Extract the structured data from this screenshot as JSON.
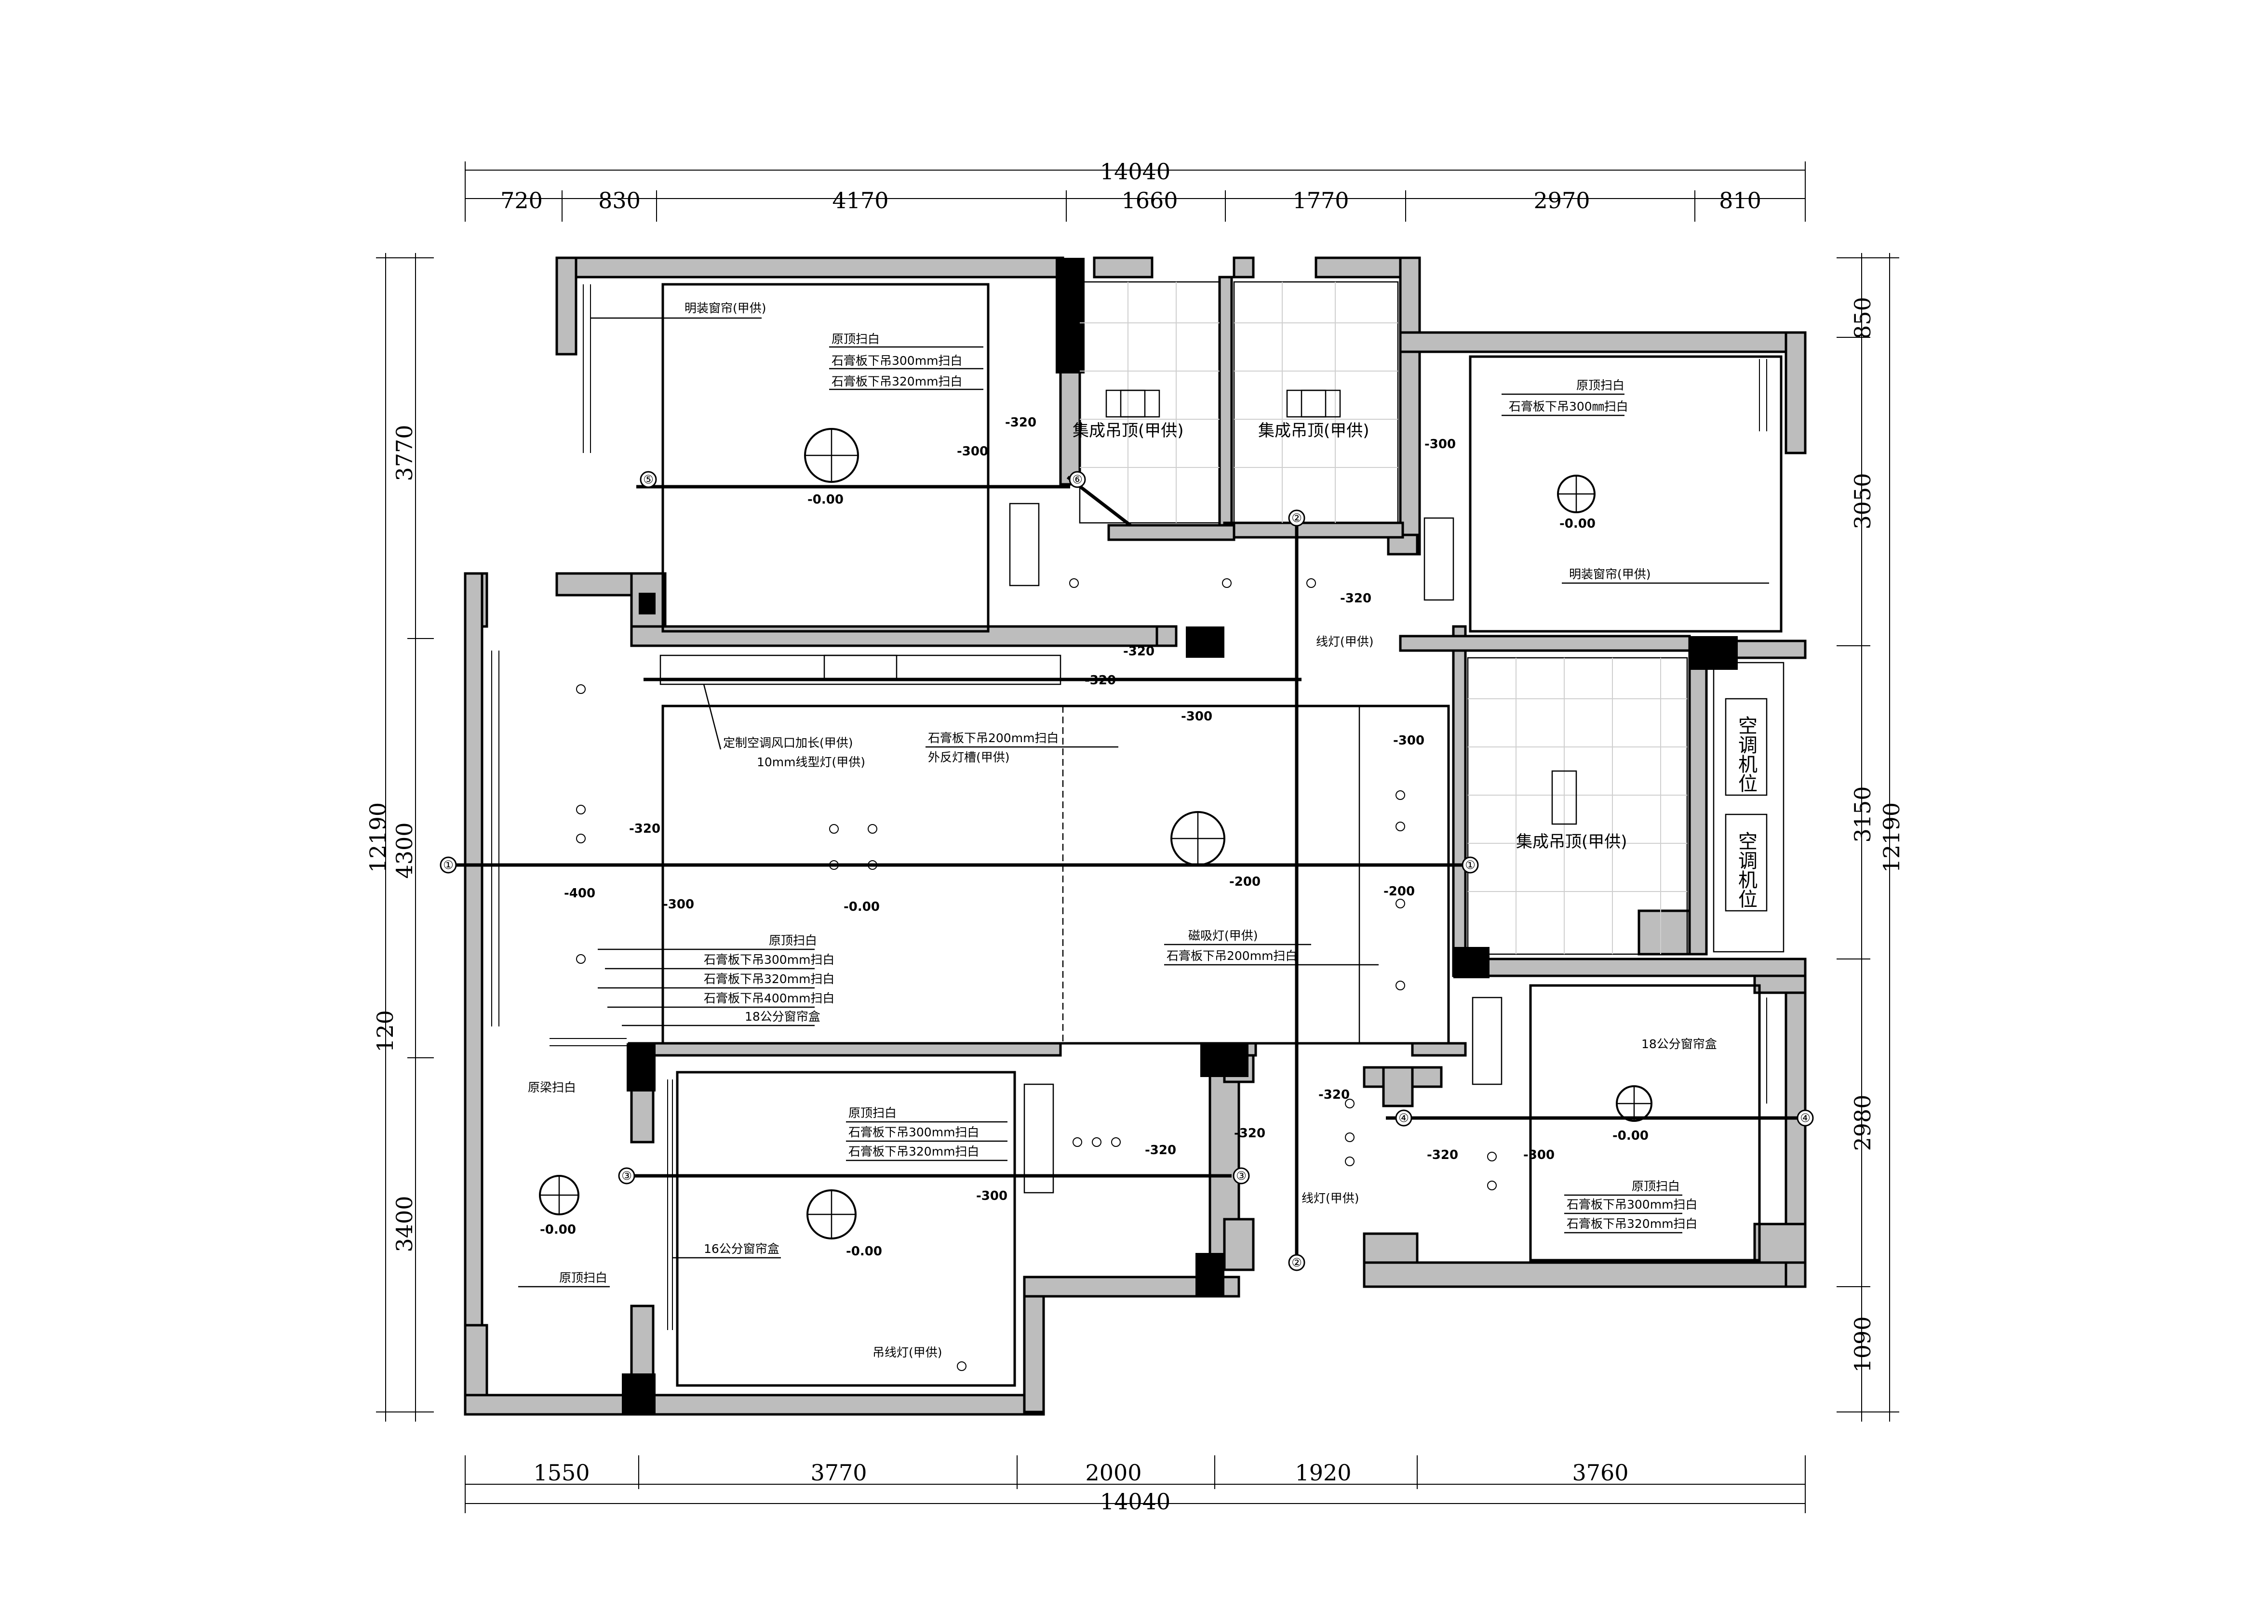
{
  "dimensions": {
    "top_total": "14040",
    "top": [
      "720",
      "830",
      "4170",
      "1660",
      "1770",
      "2970",
      "810"
    ],
    "bottom": [
      "1550",
      "3770",
      "2000",
      "1920",
      "3760"
    ],
    "bottom_total": "14040",
    "left_total": "12190",
    "left": [
      "3770",
      "4300",
      "120",
      "3400"
    ],
    "right_total": "12190",
    "right": [
      "850",
      "3050",
      "3150",
      "2980",
      "1090"
    ]
  },
  "axes": [
    "①",
    "②",
    "③",
    "④",
    "⑤",
    "⑥"
  ],
  "notes": {
    "curtain_visible": "明装窗帘(甲供)",
    "original_top": "原顶扫白",
    "gypsum_300": "石膏板下吊300mm扫白",
    "gypsum_320": "石膏板下吊320mm扫白",
    "gypsum_300_short": "石膏板下吊300㎜扫白",
    "integrated_ceiling": "集成吊顶(甲供)",
    "strip_light": "线灯(甲供)",
    "ac_vent": "定制空调风口加长(甲供)",
    "linear_light": "10mm线型灯(甲供)",
    "gypsum_200": "石膏板下吊200mm扫白",
    "reflect_slot": "外反灯槽(甲供)",
    "gypsum_400": "石膏板下吊400mm扫白",
    "curtain_box_18": "18公分窗帘盒",
    "curtain_box_16": "16公分窗帘盒",
    "magnetic_light": "磁吸灯(甲供)",
    "gypsum_200_b": "石膏板下吊200mm扫白",
    "original_beam": "原梁扫白",
    "pendant_light": "吊线灯(甲供)",
    "ac_position": "空调机位"
  },
  "levels": {
    "zero": "-0.00",
    "m200": "-200",
    "m300": "-300",
    "m320": "-320",
    "m400": "-400"
  }
}
